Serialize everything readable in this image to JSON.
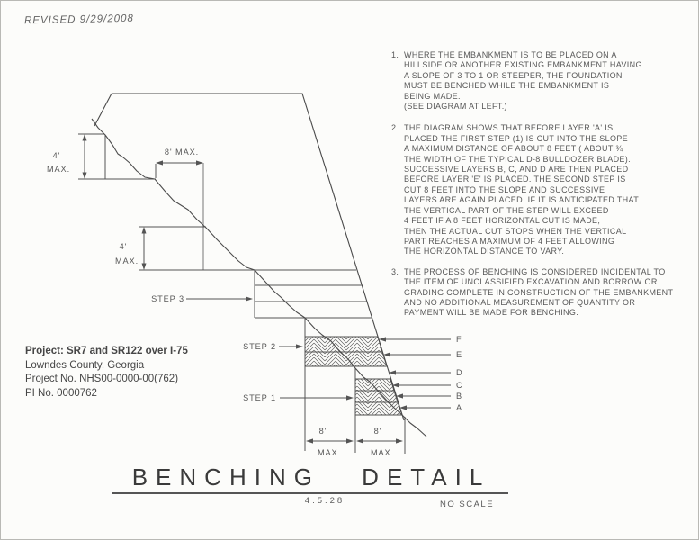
{
  "revision": "REVISED 9/29/2008",
  "notes": [
    {
      "num": "1.",
      "text": "WHERE THE EMBANKMENT IS TO BE PLACED ON A\nHILLSIDE OR ANOTHER EXISTING EMBANKMENT HAVING\nA SLOPE OF 3 TO 1 OR STEEPER, THE FOUNDATION\nMUST BE BENCHED WHILE THE EMBANKMENT IS\nBEING MADE.\n(SEE DIAGRAM AT LEFT.)"
    },
    {
      "num": "2.",
      "text": "THE DIAGRAM SHOWS THAT BEFORE LAYER 'A' IS\nPLACED THE FIRST STEP (1) IS CUT INTO THE SLOPE\nA MAXIMUM DISTANCE OF ABOUT 8 FEET ( ABOUT ¾\nTHE WIDTH OF THE TYPICAL D-8 BULLDOZER BLADE).\nSUCCESSIVE LAYERS B, C, AND D ARE THEN PLACED\nBEFORE LAYER 'E' IS PLACED. THE SECOND STEP IS\nCUT 8 FEET INTO THE SLOPE AND SUCCESSIVE\nLAYERS ARE AGAIN PLACED. IF IT IS ANTICIPATED THAT\nTHE VERTICAL PART OF THE STEP WILL EXCEED\n4 FEET IF A 8 FEET HORIZONTAL CUT IS MADE,\nTHEN THE ACTUAL CUT STOPS WHEN THE VERTICAL\nPART REACHES A MAXIMUM OF 4 FEET ALLOWING\nTHE HORIZONTAL DISTANCE TO VARY."
    },
    {
      "num": "3.",
      "text": "THE PROCESS OF BENCHING IS CONSIDERED INCIDENTAL TO\nTHE ITEM OF UNCLASSIFIED EXCAVATION AND BORROW OR\nGRADING COMPLETE IN CONSTRUCTION OF THE EMBANKMENT\nAND NO ADDITIONAL MEASUREMENT OF QUANTITY OR\nPAYMENT WILL BE MADE FOR BENCHING."
    }
  ],
  "project": {
    "line1": "Project: SR7 and SR122 over I-75",
    "line2": "Lowndes County, Georgia",
    "line3": "Project No. NHS00-0000-00(762)",
    "line4": "PI No. 0000762"
  },
  "diagram": {
    "dim_vert_top": {
      "value": "4'",
      "qualifier": "MAX."
    },
    "dim_horiz_top": {
      "label": "8' MAX."
    },
    "dim_vert_mid": {
      "value": "4'",
      "qualifier": "MAX."
    },
    "step3_label": "STEP 3",
    "step2_label": "STEP 2",
    "step1_label": "STEP 1",
    "layer_labels": [
      "F",
      "E",
      "D",
      "C",
      "B",
      "A"
    ],
    "dim_bottom_left": {
      "value": "8'",
      "qualifier": "MAX."
    },
    "dim_bottom_right": {
      "value": "8'",
      "qualifier": "MAX."
    }
  },
  "titleblock": {
    "title": "BENCHING DETAIL",
    "sheet_number": "4.5.28",
    "scale": "NO SCALE"
  },
  "colors": {
    "ink": "#4f4f4f",
    "hatch": "#5a5a5a",
    "background": "#fcfcfa"
  }
}
